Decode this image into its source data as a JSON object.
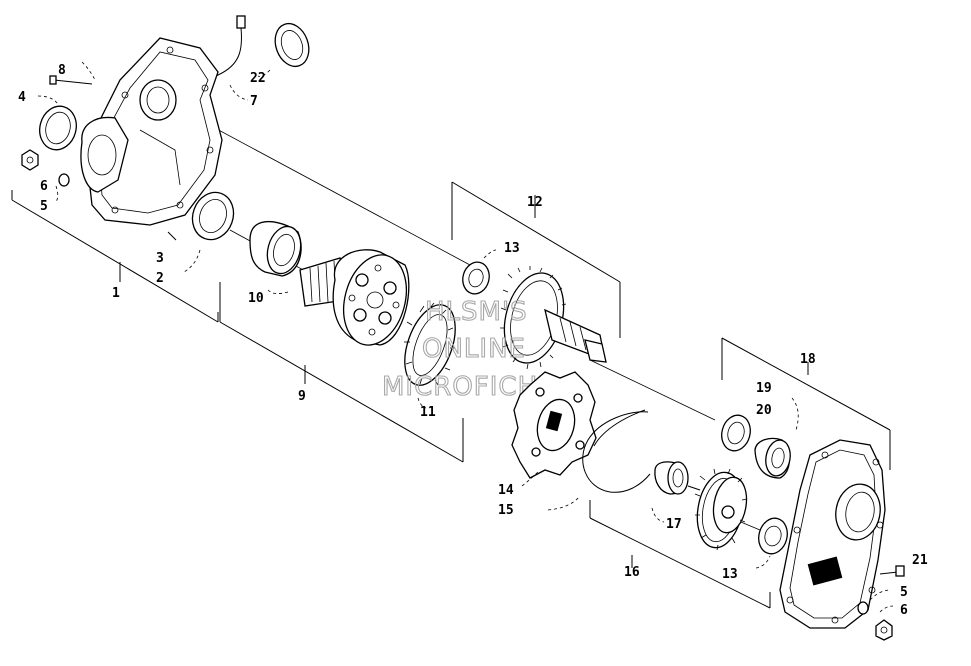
{
  "watermark": {
    "line1": "HLSM'S",
    "line2": "ONLINE",
    "line3": "MICROFICHE"
  },
  "callouts": [
    {
      "id": "c1",
      "label": "1"
    },
    {
      "id": "c2",
      "label": "2"
    },
    {
      "id": "c3",
      "label": "3"
    },
    {
      "id": "c4",
      "label": "4"
    },
    {
      "id": "c5a",
      "label": "5"
    },
    {
      "id": "c5b",
      "label": "5"
    },
    {
      "id": "c6a",
      "label": "6"
    },
    {
      "id": "c6b",
      "label": "6"
    },
    {
      "id": "c7",
      "label": "7"
    },
    {
      "id": "c8",
      "label": "8"
    },
    {
      "id": "c9",
      "label": "9"
    },
    {
      "id": "c10",
      "label": "10"
    },
    {
      "id": "c11",
      "label": "11"
    },
    {
      "id": "c12",
      "label": "12"
    },
    {
      "id": "c13a",
      "label": "13"
    },
    {
      "id": "c13b",
      "label": "13"
    },
    {
      "id": "c14",
      "label": "14"
    },
    {
      "id": "c15",
      "label": "15"
    },
    {
      "id": "c16",
      "label": "16"
    },
    {
      "id": "c17",
      "label": "17"
    },
    {
      "id": "c18",
      "label": "18"
    },
    {
      "id": "c19",
      "label": "19"
    },
    {
      "id": "c20",
      "label": "20"
    },
    {
      "id": "c21",
      "label": "21"
    },
    {
      "id": "c22",
      "label": "22"
    }
  ]
}
